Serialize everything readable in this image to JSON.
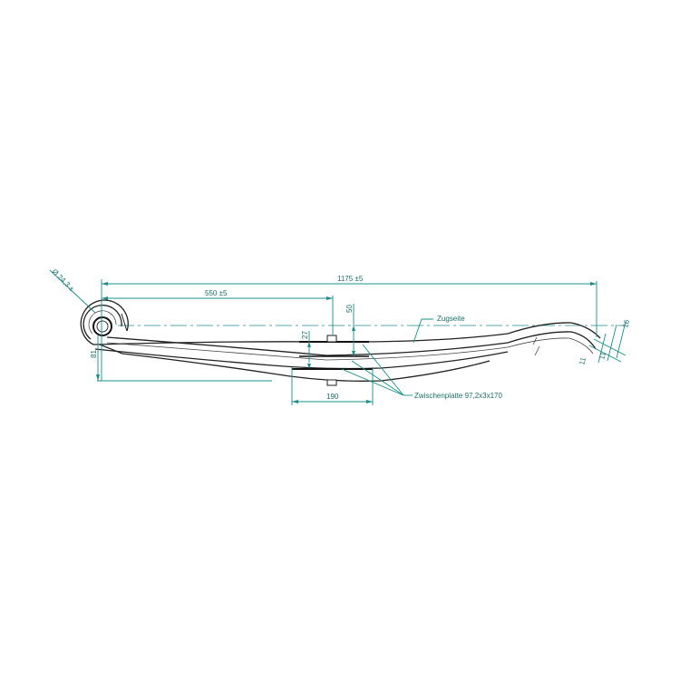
{
  "drawing": {
    "eye_diameter": "Ø 24,3 ±",
    "overall_length": "1175 ±5",
    "center_offset": "550 ±5",
    "height_50": "50",
    "height_27": "27",
    "height_81": "81",
    "plate_width": "190",
    "tension_side": "Zugseite",
    "spacer_plate": "Zwischenplatte 97,2x3x170",
    "end_11a": "11",
    "end_11b": "11",
    "end_16": "16"
  },
  "colors": {
    "dimension": "#1a8f8a",
    "outline": "#222222"
  }
}
